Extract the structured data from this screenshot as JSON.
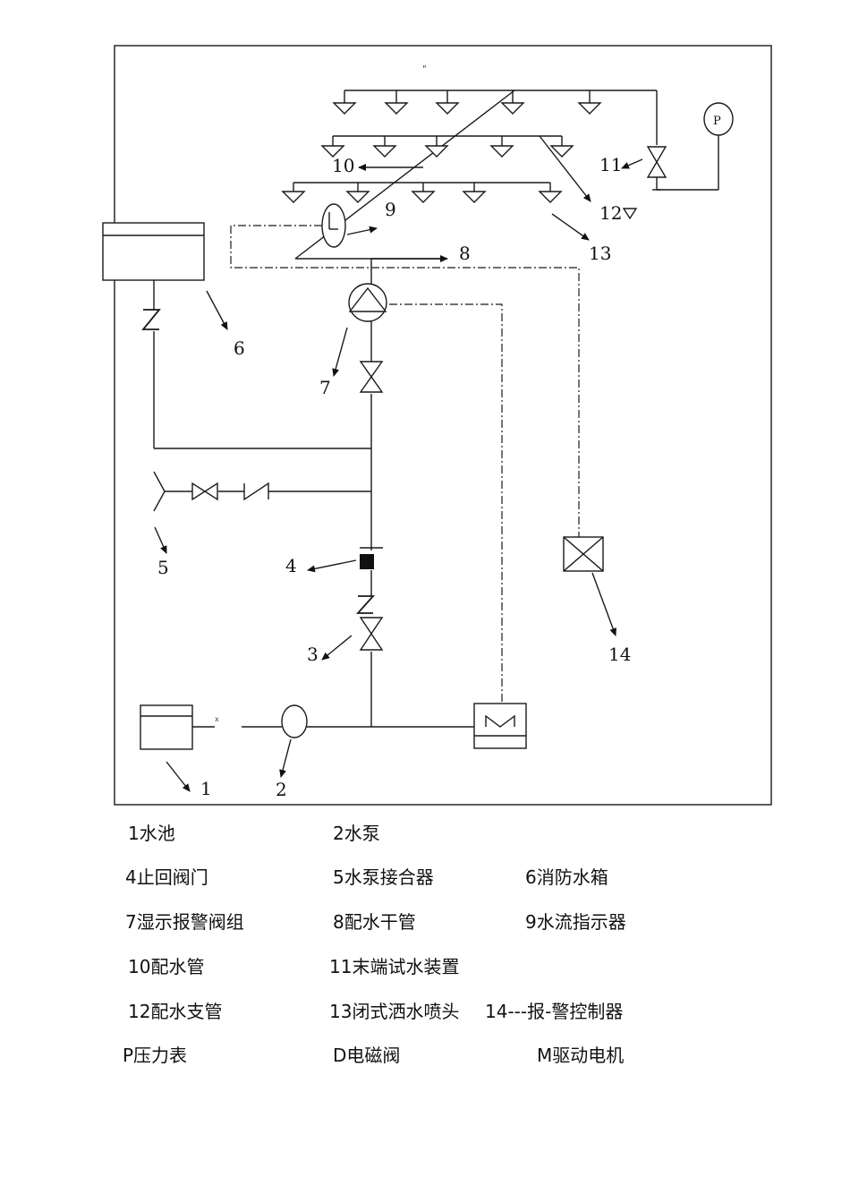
{
  "diagram": {
    "callouts": [
      "1",
      "2",
      "3",
      "4",
      "5",
      "6",
      "7",
      "8",
      "9",
      "10",
      "11",
      "12",
      "13",
      "14"
    ],
    "gauge_letter": "P",
    "ditto_mark": "\"",
    "tick_mark": "x"
  },
  "legend": {
    "rows": [
      [
        "1水池",
        "2水泵",
        ""
      ],
      [
        "4止回阀门",
        "5水泵接合器",
        "6消防水箱"
      ],
      [
        "7湿示报警阀组",
        "8配水干管",
        "9水流指示器"
      ],
      [
        "10配水管",
        "11末端试水装置",
        ""
      ],
      [
        "12配水支管",
        "13闭式洒水喷头",
        "14---报-警控制器"
      ],
      [
        "P压力表",
        "D电磁阀",
        "M驱动电机"
      ]
    ]
  }
}
